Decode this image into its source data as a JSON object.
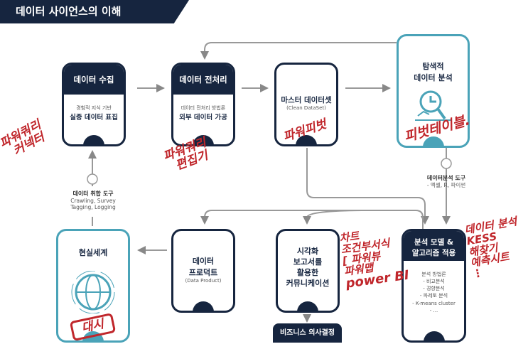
{
  "title": "데이터 사이언스의 이해",
  "boxes": {
    "collect": {
      "title": "데이터 수집",
      "sub": "경험적 지식 기반",
      "main": "실증 데이터 표집"
    },
    "preprocess": {
      "title": "데이터 전처리",
      "sub": "데이터 전처리 방법론",
      "main": "외부 데이터 가공"
    },
    "master": {
      "title": "마스터 데이터셋",
      "sub": "(Clean DataSet)"
    },
    "explore": {
      "title1": "탐색적",
      "title2": "데이터 분석"
    },
    "model": {
      "title1": "분석 모델 &",
      "title2": "알고리즘 적용",
      "methods_title": "분석 방법론",
      "methods": [
        "- 비교분석",
        "- 경향분석",
        "- 파레토 분석",
        "- K-means cluster",
        "- ..."
      ]
    },
    "visual": {
      "lines": [
        "시각화",
        "보고서를",
        "활용한",
        "커뮤니케이션"
      ]
    },
    "business": {
      "label": "비즈니스 의사결정"
    },
    "product": {
      "title1": "데이터",
      "title2": "프로덕트",
      "sub": "(Data Product)"
    },
    "real": {
      "title": "현실세계"
    }
  },
  "tools": {
    "collect": {
      "title": "데이터 취합 도구",
      "line1": "Crawling, Survey",
      "line2": "Tagging, Logging"
    },
    "analysis": {
      "title": "데이터분석 도구",
      "line1": "- 엑셀, R, 파이썬"
    }
  },
  "annotations": {
    "a1": "파워쿼리",
    "a1b": "커넥터",
    "a2": "파워쿼리",
    "a2b": "편집기",
    "a3": "파워피벗",
    "a4": "피벗테이블.",
    "a5": "대시",
    "a6": [
      "차트",
      "조건부서식",
      "[ 파워뷰",
      "파워맵",
      "power BI"
    ],
    "a7": [
      "데이터 분석",
      "KESS",
      "해찾기",
      "예측시트",
      "⋮"
    ]
  }
}
